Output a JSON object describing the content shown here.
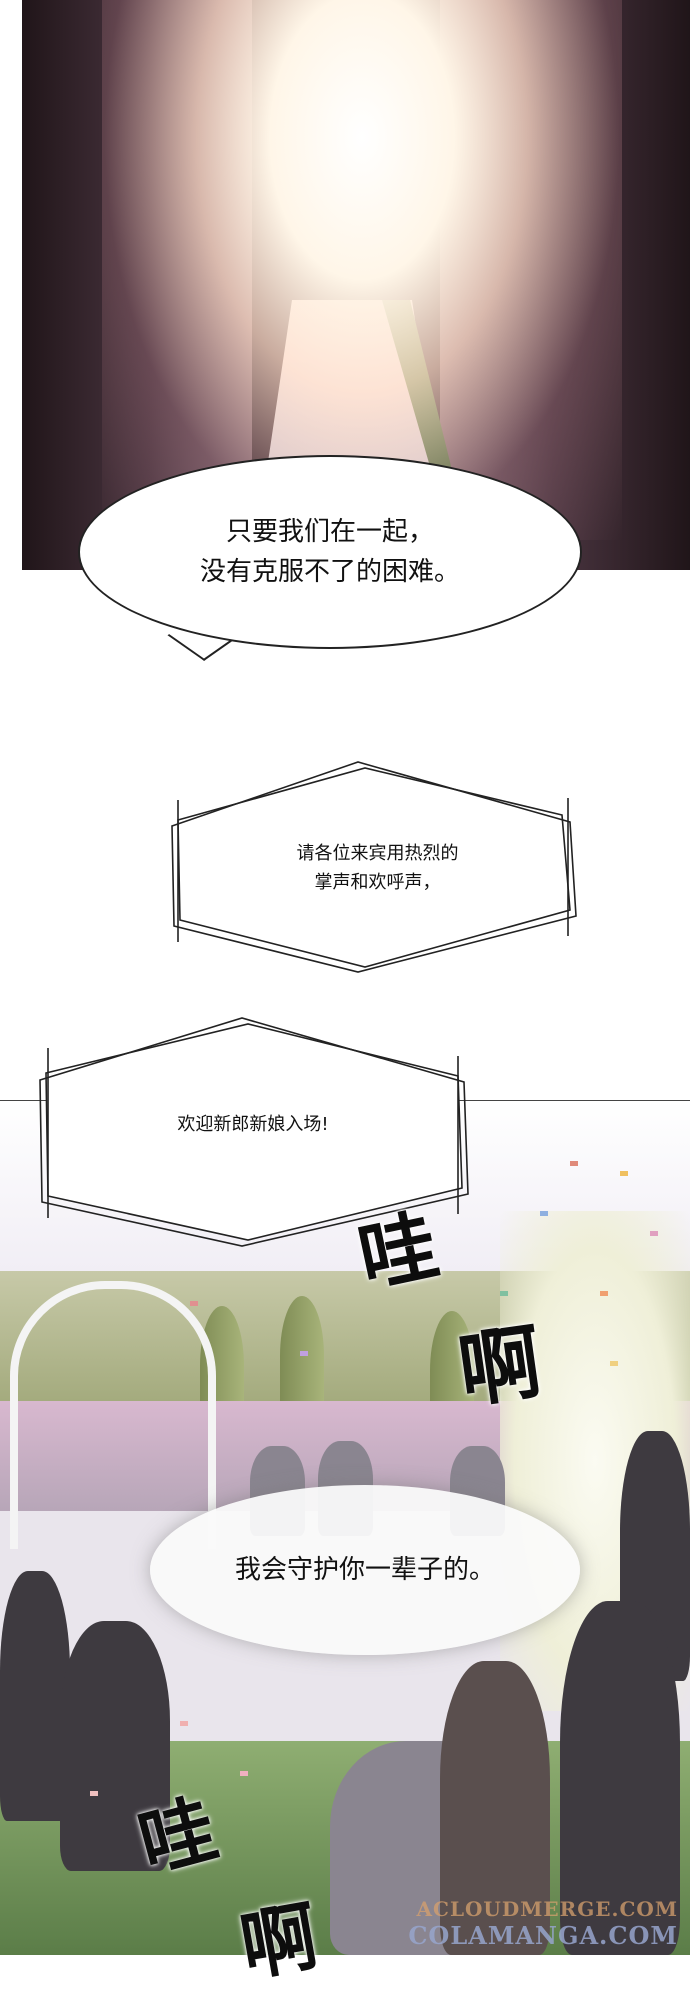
{
  "bubble_together": {
    "line1": "只要我们在一起，",
    "line2": "没有克服不了的困难。"
  },
  "narration_applause": {
    "line1": "请各位来宾用热烈的",
    "line2": "掌声和欢呼声，"
  },
  "narration_welcome": {
    "line1": "欢迎新郎新娘入场!"
  },
  "sfx": {
    "wa_top": "哇",
    "a_top": "啊",
    "wa_bottom": "哇",
    "a_bottom": "啊"
  },
  "bubble_protect": {
    "line1": "我会守护你一辈子的。"
  },
  "watermark": {
    "line1": "ACLOUDMERGE.COM",
    "line2": "COLAMANGA.COM"
  },
  "colors": {
    "door_dark": "#2a1d24",
    "lawn": "#5b7d48",
    "flowers": "#d8b8cf"
  }
}
